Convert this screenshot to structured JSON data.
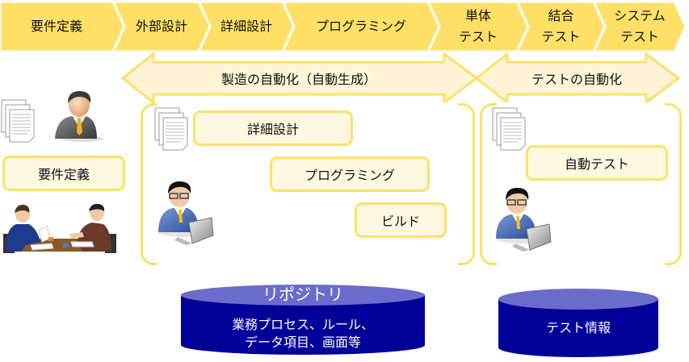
{
  "process_bar": {
    "steps": [
      {
        "label": "要件定義"
      },
      {
        "label": "外部設計"
      },
      {
        "label": "詳細設計"
      },
      {
        "label": "プログラミング"
      },
      {
        "label": "単体\nテスト"
      },
      {
        "label": "結合\nテスト"
      },
      {
        "label": "システム\nテスト"
      }
    ],
    "color": "#ffe066"
  },
  "arrows": {
    "manufacturing": "製造の自動化（自動生成）",
    "testing": "テストの自動化"
  },
  "left_panel": {
    "box_label": "要件定義"
  },
  "manufacturing_panel": {
    "boxes": [
      "詳細設計",
      "プログラミング",
      "ビルド"
    ]
  },
  "testing_panel": {
    "boxes": [
      "自動テスト"
    ]
  },
  "repositories": {
    "main": {
      "title": "リポジトリ",
      "line1": "業務プロセス、ルール、",
      "line2": "データ項目、画面等"
    },
    "test": {
      "title": "テスト情報"
    },
    "color_body": "#000099",
    "color_top": "#6b6bcc"
  },
  "colors": {
    "accent_yellow": "#ffe066",
    "box_fill": "#fff8e0",
    "arrow_fill": "#fff5d6"
  }
}
